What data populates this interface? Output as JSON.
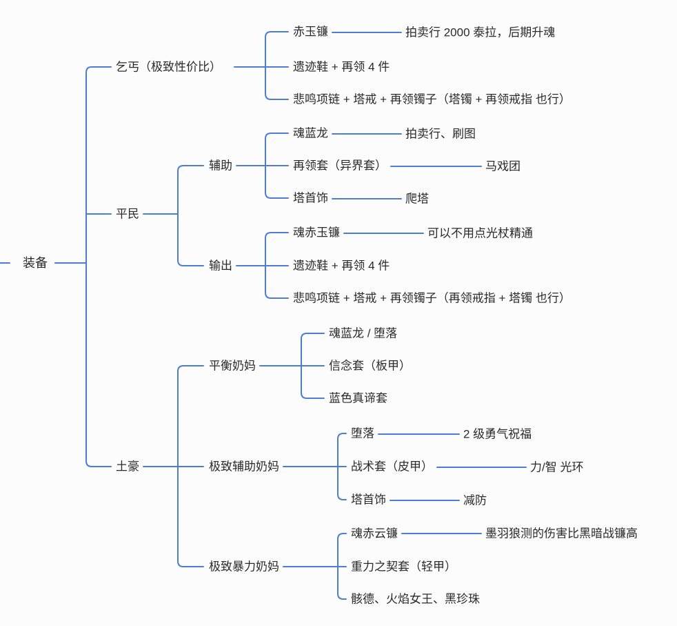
{
  "colors": {
    "line": "#4a7cd9",
    "text": "#2a2a2a",
    "background": "#fcfcfc"
  },
  "mindmap": {
    "root": "装备",
    "branches": [
      {
        "label": "乞丐（极致性价比）",
        "children": [
          {
            "label": "赤玉镰",
            "note": "拍卖行 2000 泰拉，后期升魂"
          },
          {
            "label": "遗迹鞋 + 再领 4 件"
          },
          {
            "label": "悲鸣项链 + 塔戒 + 再领镯子（塔镯 + 再领戒指 也行）"
          }
        ]
      },
      {
        "label": "平民",
        "children": [
          {
            "label": "辅助",
            "children": [
              {
                "label": "魂蓝龙",
                "note": "拍卖行、刷图"
              },
              {
                "label": "再领套（异界套）",
                "note": "马戏团"
              },
              {
                "label": "塔首饰",
                "note": "爬塔"
              }
            ]
          },
          {
            "label": "输出",
            "children": [
              {
                "label": "魂赤玉镰",
                "note": "可以不用点光杖精通"
              },
              {
                "label": "遗迹鞋 + 再领 4 件"
              },
              {
                "label": "悲鸣项链 + 塔戒 + 再领镯子（再领戒指 + 塔镯 也行）"
              }
            ]
          }
        ]
      },
      {
        "label": "土豪",
        "children": [
          {
            "label": "平衡奶妈",
            "children": [
              {
                "label": "魂蓝龙 / 堕落"
              },
              {
                "label": "信念套（板甲）"
              },
              {
                "label": "蓝色真谛套"
              }
            ]
          },
          {
            "label": "极致辅助奶妈",
            "children": [
              {
                "label": "堕落",
                "note": "2 级勇气祝福"
              },
              {
                "label": "战术套（皮甲）",
                "note": "力/智 光环"
              },
              {
                "label": "塔首饰",
                "note": "减防"
              }
            ]
          },
          {
            "label": "极致暴力奶妈",
            "children": [
              {
                "label": "魂赤云镰",
                "note": "墨羽狼测的伤害比黑暗战镰高"
              },
              {
                "label": "重力之契套（轻甲）"
              },
              {
                "label": "骸德、火焰女王、黑珍珠"
              }
            ]
          }
        ]
      }
    ]
  }
}
